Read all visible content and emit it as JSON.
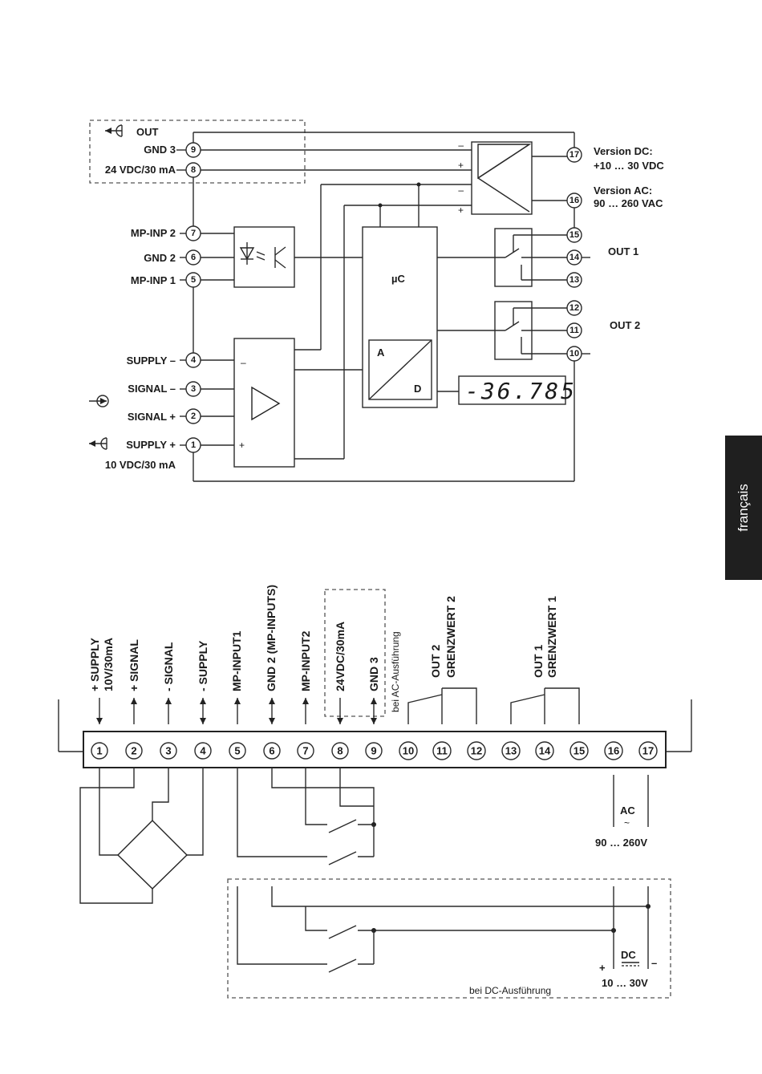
{
  "side_tab": {
    "label": "français"
  },
  "block_diagram": {
    "out_label": "OUT",
    "gnd3_label": "GND 3",
    "supply24_label": "24 VDC/30 mA",
    "mp_inp2_label": "MP-INP 2",
    "gnd2_label": "GND 2",
    "mp_inp1_label": "MP-INP 1",
    "supply_minus_label": "SUPPLY –",
    "signal_minus_label": "SIGNAL –",
    "signal_plus_label": "SIGNAL +",
    "supply_plus_label": "SUPPLY +",
    "supply10_label": "10 VDC/30 mA",
    "uc_label": "µC",
    "adc_a": "A",
    "adc_d": "D",
    "display_value": "-36.785",
    "version_dc_title": "Version DC:",
    "version_dc_range": "+10 … 30 VDC",
    "version_ac_title": "Version AC:",
    "version_ac_range": "90 … 260 VAC",
    "out1_label": "OUT 1",
    "out2_label": "OUT 2",
    "minus": "–",
    "plus": "+",
    "terminals": [
      "1",
      "2",
      "3",
      "4",
      "5",
      "6",
      "7",
      "8",
      "9",
      "10",
      "11",
      "12",
      "13",
      "14",
      "15",
      "16",
      "17"
    ]
  },
  "wiring": {
    "top_labels": [
      "+ SUPPLY",
      "10V/30mA",
      "+ SIGNAL",
      "- SIGNAL",
      "- SUPPLY",
      "MP-INPUT1",
      "GND 2 (MP-INPUTS)",
      "MP-INPUT2",
      "24VDC/30mA",
      "GND 3",
      "bei AC-Ausführung",
      "OUT 2",
      "GRENZWERT 2",
      "OUT 1",
      "GRENZWERT 1"
    ],
    "ac_label": "AC",
    "ac_tilde": "~",
    "ac_range": "90 … 260V",
    "dc_label": "DC",
    "dc_plus": "+",
    "dc_minus": "–",
    "dc_range": "10 … 30V",
    "dc_note": "bei DC-Ausführung"
  }
}
